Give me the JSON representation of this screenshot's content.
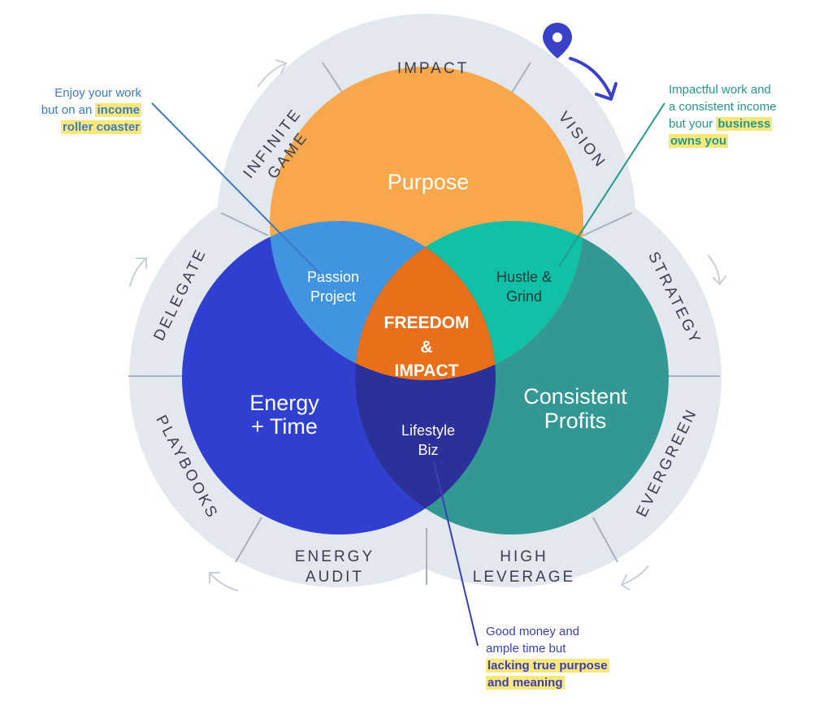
{
  "circles": {
    "purpose": "Purpose",
    "energy_line1": "Energy",
    "energy_line2": "+ Time",
    "profits_line1": "Consistent",
    "profits_line2": "Profits"
  },
  "overlaps": {
    "passion_line1": "Passion",
    "passion_line2": "Project",
    "hustle_line1": "Hustle &",
    "hustle_line2": "Grind",
    "lifestyle_line1": "Lifestyle",
    "lifestyle_line2": "Biz",
    "center_line1": "FREEDOM",
    "center_line2": "&",
    "center_line3": "IMPACT"
  },
  "ring": {
    "impact": "IMPACT",
    "infinite_line1": "INFINITE",
    "infinite_line2": "GAME",
    "vision": "VISION",
    "delegate": "DELEGATE",
    "strategy": "STRATEGY",
    "playbooks": "PLAYBOOKS",
    "evergreen": "EVERGREEN",
    "energy_audit_line1": "ENERGY",
    "energy_audit_line2": "AUDIT",
    "high_leverage_line1": "HIGH",
    "high_leverage_line2": "LEVERAGE"
  },
  "notes": {
    "left": {
      "line1": "Enjoy your work",
      "line2_plain": "but on an ",
      "line2_hl": "income",
      "line3_hl": "roller coaster"
    },
    "right": {
      "line1": "Impactful work and",
      "line2": "a consistent income",
      "line3_plain": "but your ",
      "line3_hl": "business",
      "line4_hl": "owns you"
    },
    "bottom": {
      "line1": "Good money and",
      "line2": "ample time but",
      "line3_hl": "lacking true purpose",
      "line4_hl": "and meaning"
    }
  },
  "colors": {
    "ring": "#e3e7ee",
    "purpose": "#f8a84b",
    "energy": "#2f3fcf",
    "profits": "#339894",
    "passion": "#4094e0",
    "hustle": "#10c1a7",
    "lifestyle": "#2b309b",
    "center": "#e8701a",
    "note_left": "#3a7cc4",
    "note_right": "#23998e",
    "note_bottom": "#3a40b7"
  },
  "icons": [
    "location-pin-icon",
    "curved-arrow-icon"
  ]
}
